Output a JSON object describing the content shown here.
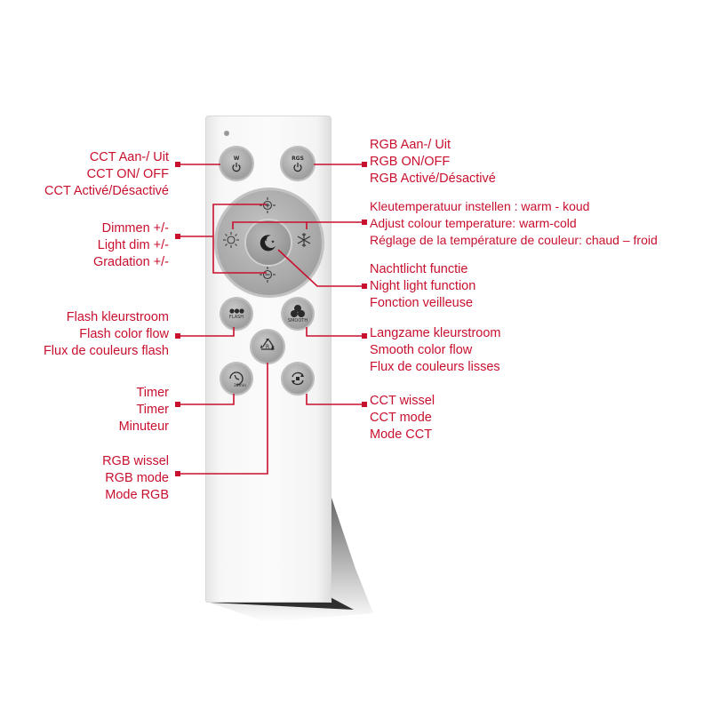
{
  "colors": {
    "accent": "#c8102e",
    "remote_body": "#f7f7f7",
    "button": "#a8a8a8"
  },
  "buttons": {
    "cct_power": {
      "text": "W",
      "icon": "power-icon"
    },
    "rgb_power": {
      "text": "RGS",
      "icon": "power-icon"
    },
    "dial_top": {
      "icon": "brightness-up-icon"
    },
    "dial_bottom": {
      "icon": "brightness-down-icon"
    },
    "dial_left": {
      "icon": "warm-sun-icon"
    },
    "dial_right": {
      "icon": "snowflake-icon"
    },
    "dial_center": {
      "icon": "moon-night-icon"
    },
    "flash": {
      "text": "FLASH",
      "icon": "dots-icon"
    },
    "smooth": {
      "text": "SMOOTH",
      "icon": "color-circles-icon"
    },
    "rgb_mode": {
      "text": "R",
      "icon": "recycle-arrows-icon"
    },
    "timer": {
      "text": "30min",
      "icon": "timer-icon"
    },
    "cct_mode": {
      "icon": "cct-cycle-icon"
    }
  },
  "labels": {
    "cct_power": [
      "CCT Aan-/ Uit",
      "CCT ON/ OFF",
      "CCT Activé/Désactivé"
    ],
    "rgb_power": [
      "RGB Aan-/ Uit",
      "RGB ON/OFF",
      "RGB Activé/Désactivé"
    ],
    "dimmer": [
      "Dimmen +/-",
      "Light dim +/-",
      "Gradation +/-"
    ],
    "colour_temp": [
      "Kleutemperatuur instellen : warm - koud",
      "Adjust colour temperature: warm-cold",
      "Réglage de la température de couleur: chaud – froid"
    ],
    "night_light": [
      "Nachtlicht functie",
      "Night light function",
      "Fonction veilleuse"
    ],
    "flash": [
      "Flash kleurstroom",
      "Flash color flow",
      "Flux de couleurs flash"
    ],
    "smooth": [
      "Langzame kleurstroom",
      "Smooth color flow",
      "Flux de couleurs lisses"
    ],
    "timer": [
      "Timer",
      "Timer",
      "Minuteur"
    ],
    "cct_mode": [
      "CCT wissel",
      "CCT mode",
      "Mode CCT"
    ],
    "rgb_mode": [
      "RGB wissel",
      "RGB mode",
      "Mode RGB"
    ]
  }
}
